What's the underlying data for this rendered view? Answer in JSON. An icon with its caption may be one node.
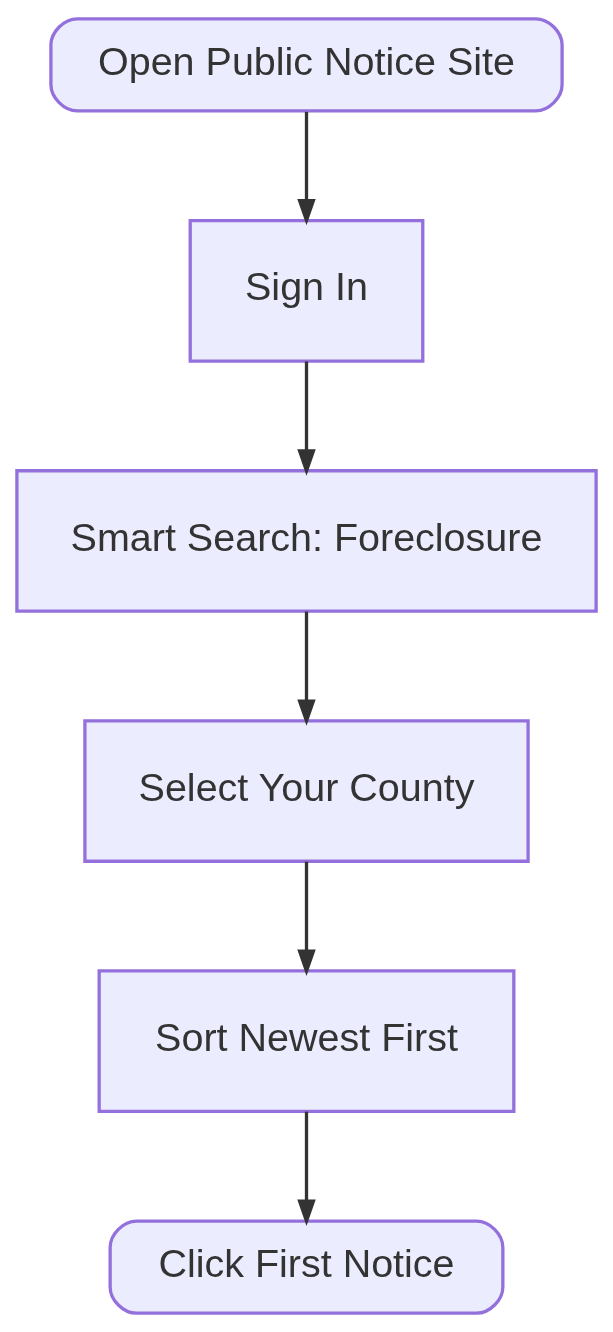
{
  "diagram": {
    "nodes": [
      {
        "text": [
          "Open Public Notice Site"
        ]
      },
      {
        "text": [
          "Sign In"
        ]
      },
      {
        "text": [
          "Smart Search: Foreclosure"
        ]
      },
      {
        "text": [
          "Select Your County"
        ]
      },
      {
        "text": [
          "Sort Newest First"
        ]
      },
      {
        "text": [
          "Click First Notice"
        ]
      }
    ],
    "edges": [
      {
        "from": 0,
        "to": 1,
        "arrow": "to"
      },
      {
        "from": 1,
        "to": 2,
        "arrow": "to"
      },
      {
        "from": 2,
        "to": 3,
        "arrow": "to"
      },
      {
        "from": 3,
        "to": 4,
        "arrow": "to"
      },
      {
        "from": 4,
        "to": 5,
        "arrow": "to"
      }
    ]
  }
}
